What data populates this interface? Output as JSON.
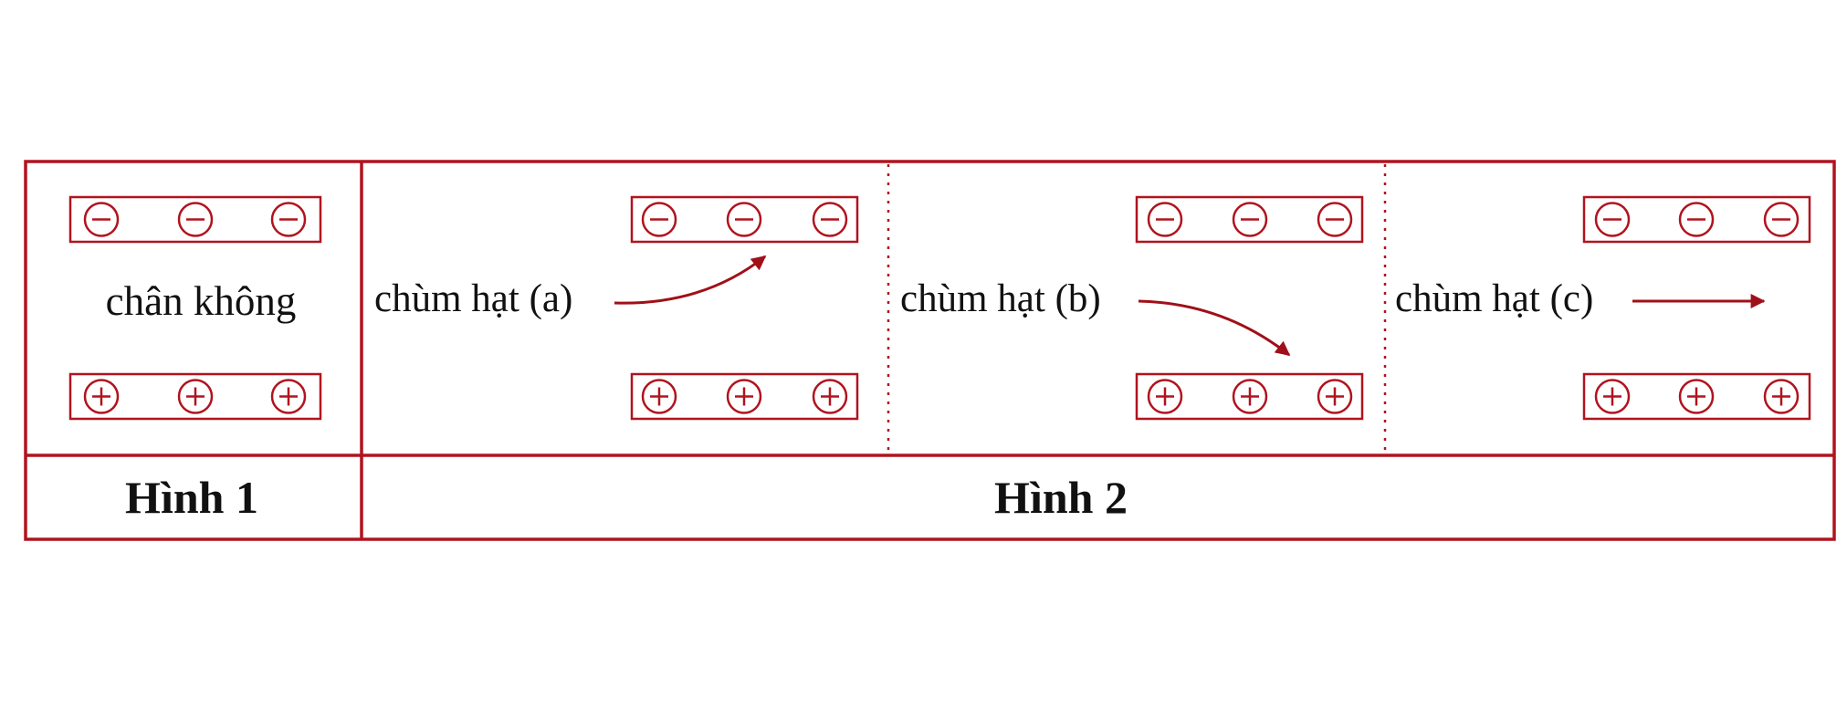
{
  "colors": {
    "accent": "#b0141e",
    "arrow": "#a01018",
    "text": "#111111"
  },
  "figure1": {
    "label": "chân không",
    "caption": "Hình 1",
    "top_plate_charges": [
      "⊖",
      "⊖",
      "⊖"
    ],
    "bottom_plate_charges": [
      "⊕",
      "⊕",
      "⊕"
    ]
  },
  "figure2": {
    "caption": "Hình 2",
    "panels": [
      {
        "beam_label": "chùm hạt (a)",
        "deflection": "toward negative plate"
      },
      {
        "beam_label": "chùm hạt (b)",
        "deflection": "toward positive plate"
      },
      {
        "beam_label": "chùm hạt (c)",
        "deflection": "none"
      }
    ]
  },
  "charge_names": {
    "negative": "minus-charge-icon",
    "positive": "plus-charge-icon"
  }
}
